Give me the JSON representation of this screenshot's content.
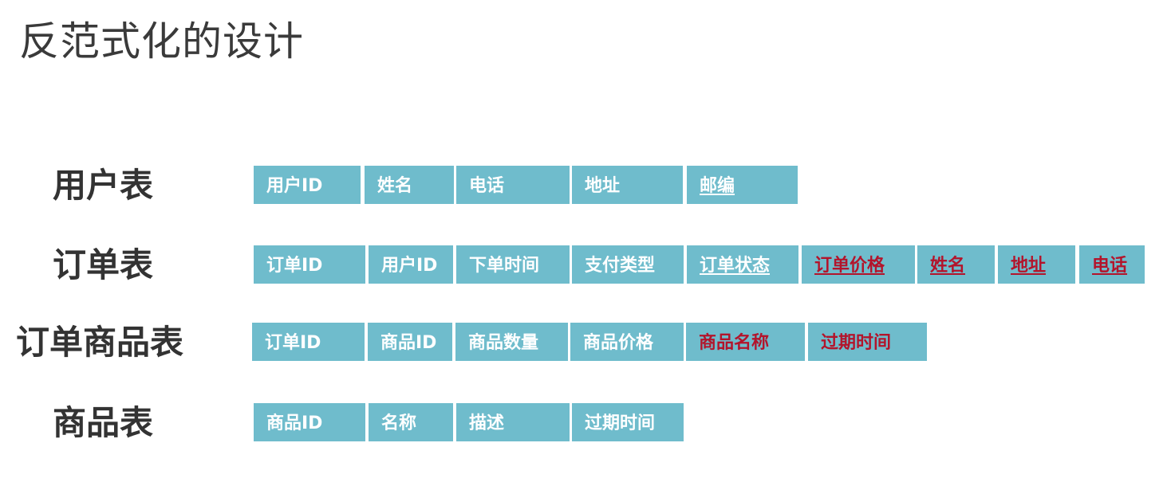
{
  "title": "反范式化的设计",
  "colors": {
    "cell_background": "#6fbccc",
    "normal_text": "#ffffff",
    "redundant_text": "#b3142b",
    "label_text": "#333333"
  },
  "tables": [
    {
      "name": "用户表",
      "fields": [
        {
          "label": "用户ID",
          "redundant": false,
          "underlined": false
        },
        {
          "label": "姓名",
          "redundant": false,
          "underlined": false
        },
        {
          "label": "电话",
          "redundant": false,
          "underlined": false
        },
        {
          "label": "地址",
          "redundant": false,
          "underlined": false
        },
        {
          "label": "邮编",
          "redundant": false,
          "underlined": true
        }
      ]
    },
    {
      "name": "订单表",
      "fields": [
        {
          "label": "订单ID",
          "redundant": false,
          "underlined": false
        },
        {
          "label": "用户ID",
          "redundant": false,
          "underlined": false
        },
        {
          "label": "下单时间",
          "redundant": false,
          "underlined": false
        },
        {
          "label": "支付类型",
          "redundant": false,
          "underlined": false
        },
        {
          "label": "订单状态",
          "redundant": false,
          "underlined": true
        },
        {
          "label": "订单价格",
          "redundant": true,
          "underlined": true
        },
        {
          "label": "姓名",
          "redundant": true,
          "underlined": true
        },
        {
          "label": "地址",
          "redundant": true,
          "underlined": true
        },
        {
          "label": "电话",
          "redundant": true,
          "underlined": true
        }
      ]
    },
    {
      "name": "订单商品表",
      "fields": [
        {
          "label": "订单ID",
          "redundant": false,
          "underlined": false
        },
        {
          "label": "商品ID",
          "redundant": false,
          "underlined": false
        },
        {
          "label": "商品数量",
          "redundant": false,
          "underlined": false
        },
        {
          "label": "商品价格",
          "redundant": false,
          "underlined": false
        },
        {
          "label": "商品名称",
          "redundant": true,
          "underlined": false
        },
        {
          "label": "过期时间",
          "redundant": true,
          "underlined": false
        }
      ]
    },
    {
      "name": "商品表",
      "fields": [
        {
          "label": "商品ID",
          "redundant": false,
          "underlined": false
        },
        {
          "label": "名称",
          "redundant": false,
          "underlined": false
        },
        {
          "label": "描述",
          "redundant": false,
          "underlined": false
        },
        {
          "label": "过期时间",
          "redundant": false,
          "underlined": false
        }
      ]
    }
  ]
}
